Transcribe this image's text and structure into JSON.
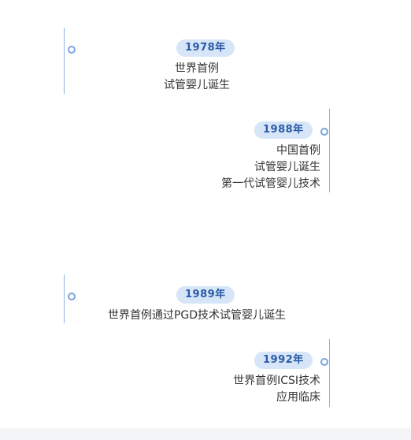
{
  "timeline": {
    "events": [
      {
        "year": "1978年",
        "lines": [
          "世界首例",
          "试管婴儿诞生"
        ]
      },
      {
        "year": "1988年",
        "lines": [
          "中国首例",
          "试管婴儿诞生",
          "第一代试管婴儿技术"
        ]
      },
      {
        "year": "1989年",
        "lines": [
          "世界首例通过PGD技术试管婴儿诞生"
        ]
      },
      {
        "year": "1992年",
        "lines": [
          "世界首例ICSI技术",
          "应用临床"
        ]
      }
    ]
  },
  "colors": {
    "line": "#8fb3df",
    "dot_border": "#7aa4dd",
    "badge_bg": "#d6e6f8",
    "badge_text": "#2a5aa8",
    "text": "#333333"
  }
}
